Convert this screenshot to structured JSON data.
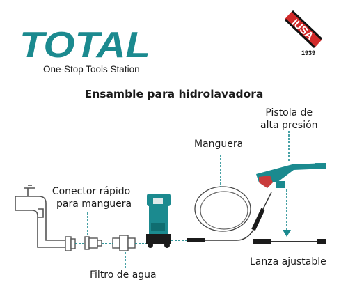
{
  "brand": {
    "logo_text": "TOTAL",
    "tagline": "One-Stop Tools Station",
    "badge_text": "IUSA",
    "badge_year": "1939",
    "accent_color": "#1b8a8f"
  },
  "title": "Ensamble para hidrolavadora",
  "labels": {
    "connector_line1": "Conector rápido",
    "connector_line2": "para manguera",
    "filter": "Filtro de agua",
    "hose": "Manguera",
    "gun_line1": "Pistola de",
    "gun_line2": "alta presión",
    "lance": "Lanza ajustable"
  }
}
